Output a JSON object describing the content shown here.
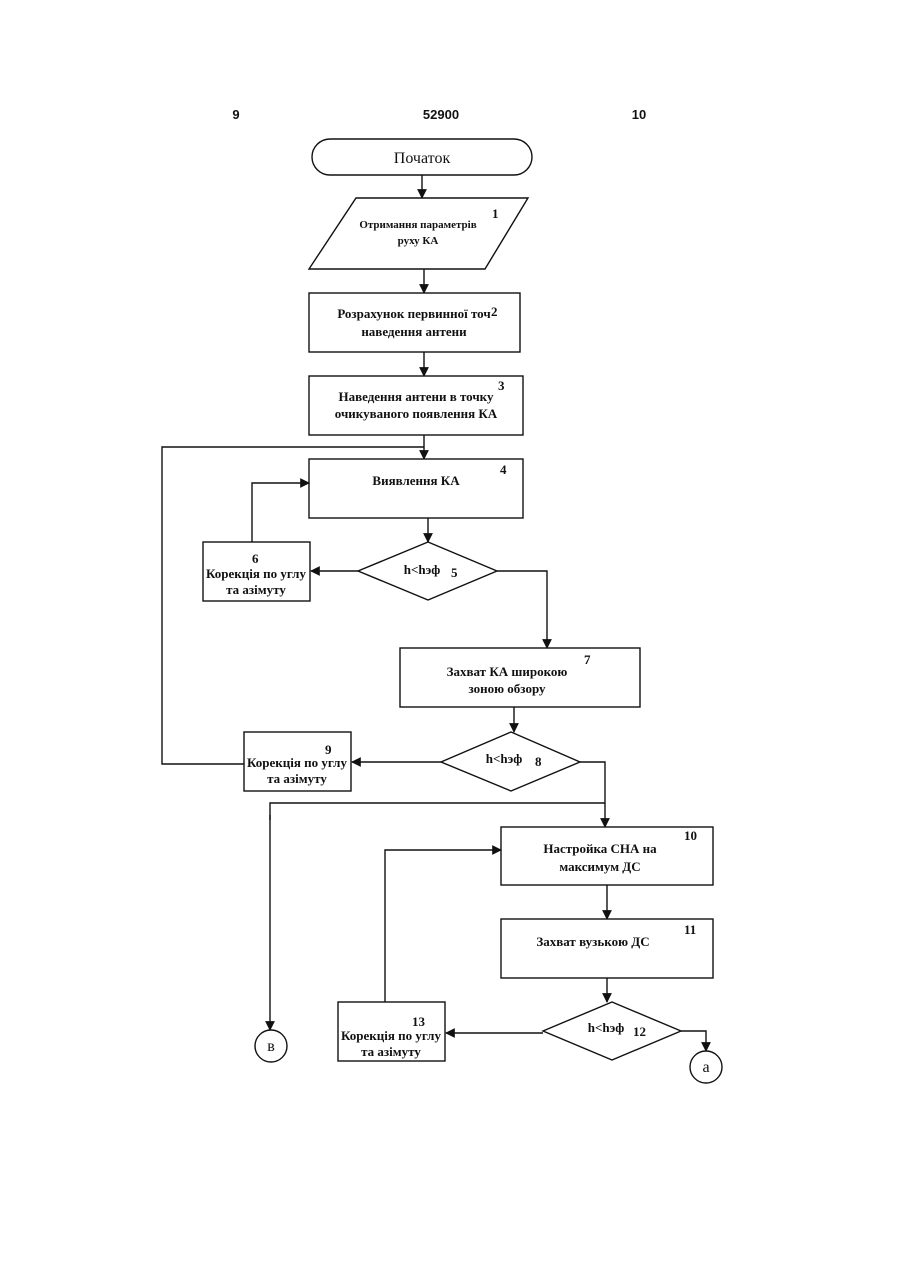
{
  "header": {
    "left_page": "9",
    "patent_number": "52900",
    "right_page": "10"
  },
  "blocks": {
    "start": {
      "label": "Початок"
    },
    "b1": {
      "num": "1",
      "line1": "Отримання параметрів",
      "line2": "руху КА"
    },
    "b2": {
      "num": "2",
      "line1": "Розрахунок первинної точ",
      "line2": "наведення антени"
    },
    "b3": {
      "num": "3",
      "line1": "Наведення антени в точку",
      "line2": "очикуваного появлення КА"
    },
    "b4": {
      "num": "4",
      "line1": "Виявлення КА"
    },
    "b5": {
      "num": "5",
      "cond": "h<hэф"
    },
    "b6": {
      "num": "6",
      "line1": "Корекція по углу",
      "line2": "та азімуту"
    },
    "b7": {
      "num": "7",
      "line1": "Захват КА широкою",
      "line2": "зоною обзору"
    },
    "b8": {
      "num": "8",
      "cond": "h<hэф"
    },
    "b9": {
      "num": "9",
      "line1": "Корекція по углу",
      "line2": "та азімуту"
    },
    "b10": {
      "num": "10",
      "line1": "Настройка СНА на",
      "line2": "максимум  ДС"
    },
    "b11": {
      "num": "11",
      "line1": "Захват вузькою ДС"
    },
    "b12": {
      "num": "12",
      "cond": "h<hэф"
    },
    "b13": {
      "num": "13",
      "line1": "Корекція по углу",
      "line2": "та азімуту"
    }
  },
  "connectors": {
    "v": "в",
    "a": "а"
  }
}
